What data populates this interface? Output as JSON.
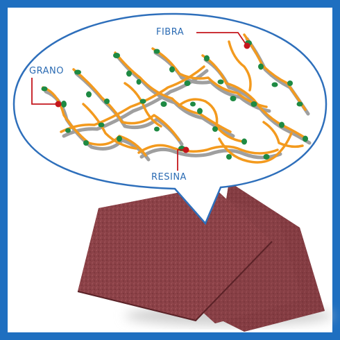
{
  "labels": {
    "fiber": "FIBRA",
    "grain": "GRANO",
    "resin": "RESINA"
  },
  "colors": {
    "frame_blue": "#1f6fc0",
    "bubble_border": "#2e6fbb",
    "callout_red": "#c4161c",
    "fiber_orange": "#f39a1e",
    "fiber_shadow": "#8f8f8f",
    "grain_green": "#1e8a43",
    "pad_maroon": "#8e4349"
  }
}
